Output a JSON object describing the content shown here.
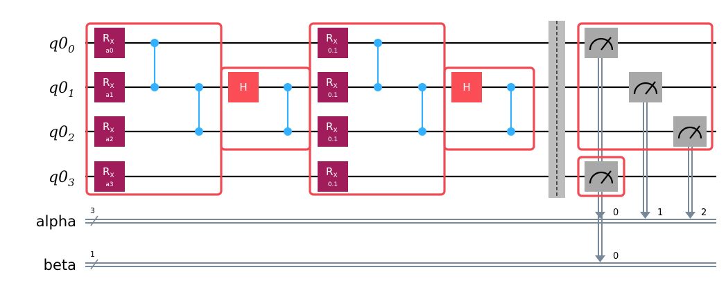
{
  "qubits": [
    {
      "base": "q0",
      "sub": "0"
    },
    {
      "base": "q0",
      "sub": "1"
    },
    {
      "base": "q0",
      "sub": "2"
    },
    {
      "base": "q0",
      "sub": "3"
    }
  ],
  "cregs": [
    {
      "name": "alpha",
      "size": "3"
    },
    {
      "name": "beta",
      "size": "1"
    }
  ],
  "rx_gate": {
    "name": "R",
    "sub": "X"
  },
  "h_gate": {
    "name": "H"
  },
  "rx_params_block1": [
    "a0",
    "a1",
    "a2",
    "a3"
  ],
  "rx_params_block2": [
    "0.1",
    "0.1",
    "0.1",
    "0.1"
  ],
  "measure_bits": [
    "0",
    "1",
    "2",
    "0"
  ],
  "colors": {
    "rx": "#a01c5a",
    "h": "#fa4d56",
    "cz": "#33b1ff",
    "highlight": "#f04b55",
    "measure": "#a8a8a8",
    "classical": "#778899",
    "barrier": "#bdbdbd"
  }
}
